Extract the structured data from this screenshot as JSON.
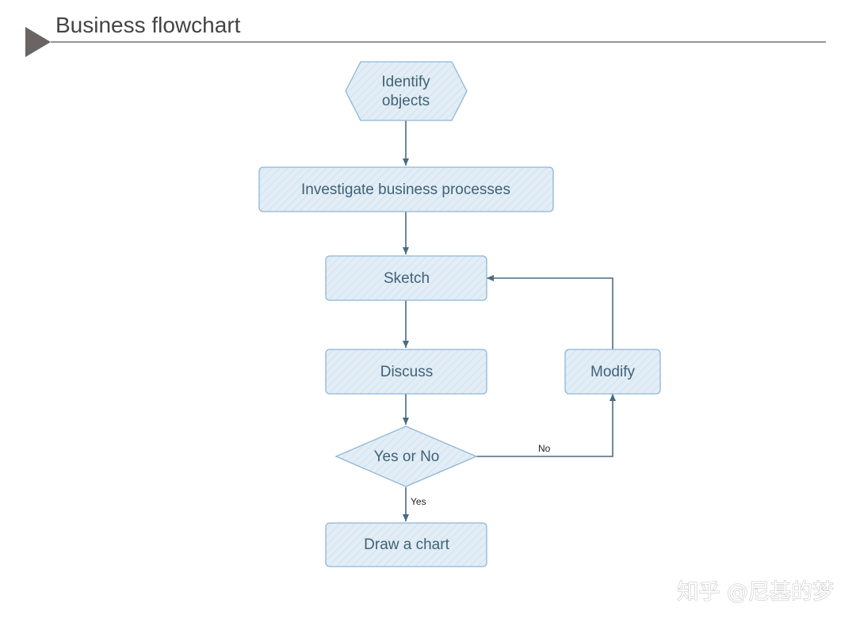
{
  "title": "Business flowchart",
  "colors": {
    "node_fill": "#e2edf6",
    "node_stroke": "#8db7d6",
    "edge": "#4a6a82",
    "node_text": "#3f6277",
    "title_arrow": "#6b6464",
    "title_rule": "#555555"
  },
  "nodes": {
    "identify": "Identify\nobjects",
    "investigate": "Investigate business processes",
    "sketch": "Sketch",
    "discuss": "Discuss",
    "decision": "Yes or No",
    "draw": "Draw a chart",
    "modify": "Modify"
  },
  "edges": {
    "yes_label": "Yes",
    "no_label": "No"
  },
  "watermark": "知乎 @尼基的梦"
}
